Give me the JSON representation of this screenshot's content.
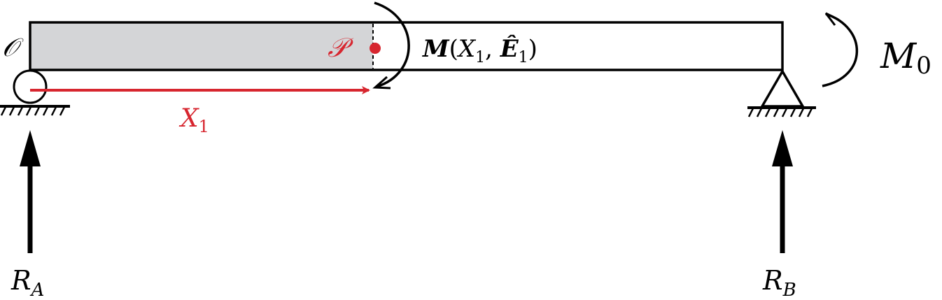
{
  "colors": {
    "ink": "#000000",
    "accent": "#d7262f",
    "shaded": "#d4d5d7"
  },
  "labels": {
    "origin": "𝒪",
    "point_p": "𝒫",
    "moment_symbol": "M",
    "moment_open": "(",
    "moment_x": "X",
    "moment_x_sub": "1",
    "moment_comma": ", ",
    "moment_e": "Ê",
    "moment_e_sub": "1",
    "moment_close": ")",
    "m0_main": "M",
    "m0_sub": "0",
    "x1_main": "X",
    "x1_sub": "1",
    "ra_main": "R",
    "ra_sub": "A",
    "rb_main": "R",
    "rb_sub": "B"
  },
  "icons": {
    "support_a": "roller-support-icon",
    "support_b": "pin-support-icon",
    "moment_internal": "curved-arrow-icon",
    "moment_applied": "curved-arrow-icon"
  }
}
